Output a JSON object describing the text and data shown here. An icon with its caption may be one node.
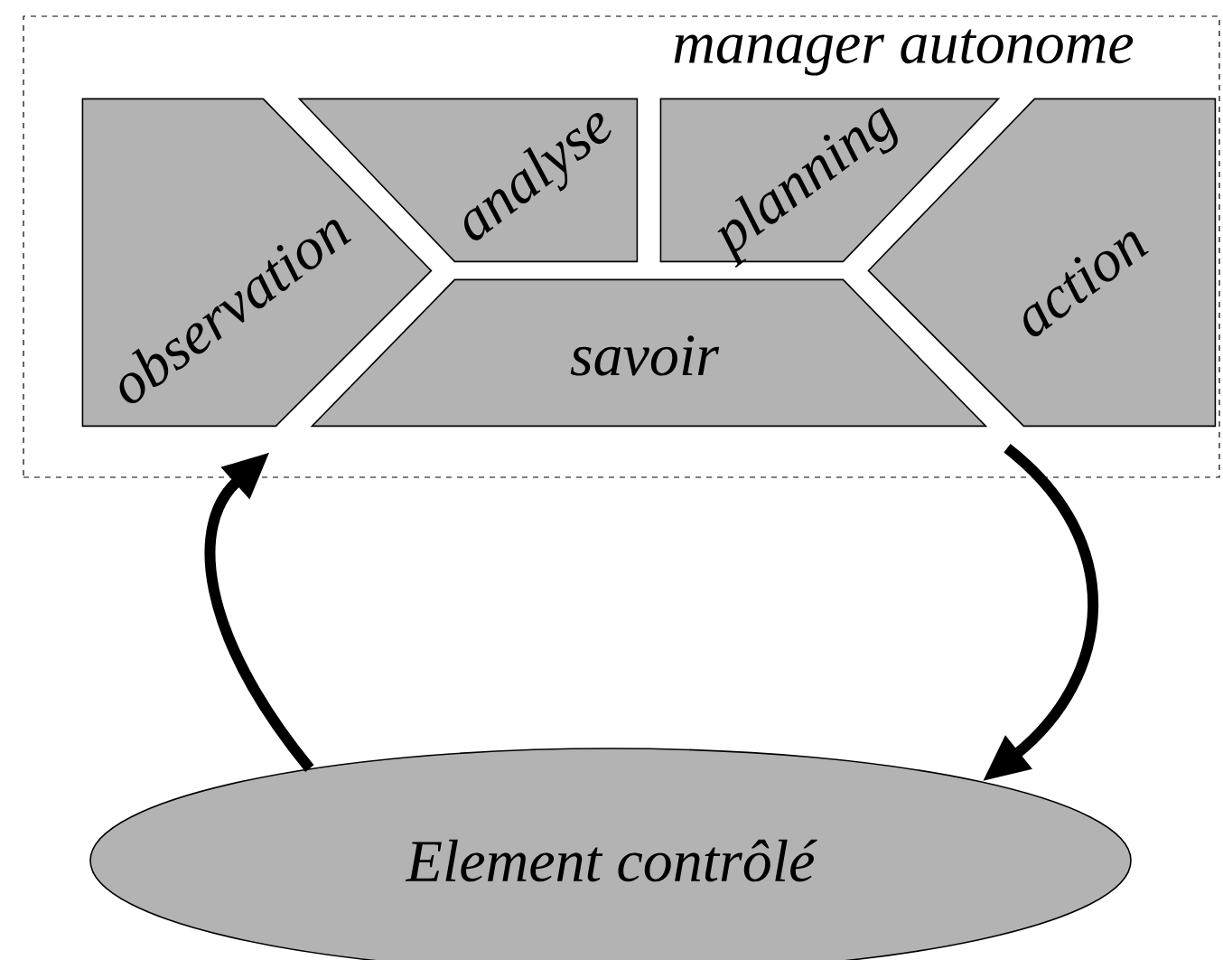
{
  "diagram": {
    "nodes": [
      {
        "text": [
          "manager autonome"
        ]
      },
      {
        "text": [
          "observation"
        ],
        "in": 0
      },
      {
        "text": [
          "analyse"
        ],
        "in": 0
      },
      {
        "text": [
          "planning"
        ],
        "in": 0
      },
      {
        "text": [
          "action"
        ],
        "in": 0
      },
      {
        "text": [
          "savoir"
        ],
        "in": 0
      },
      {
        "text": [
          "Element contrôlé"
        ]
      }
    ],
    "edges": [
      {
        "from": 6,
        "to": 1,
        "arrow": "to"
      },
      {
        "from": 4,
        "to": 6,
        "arrow": "to"
      }
    ]
  }
}
